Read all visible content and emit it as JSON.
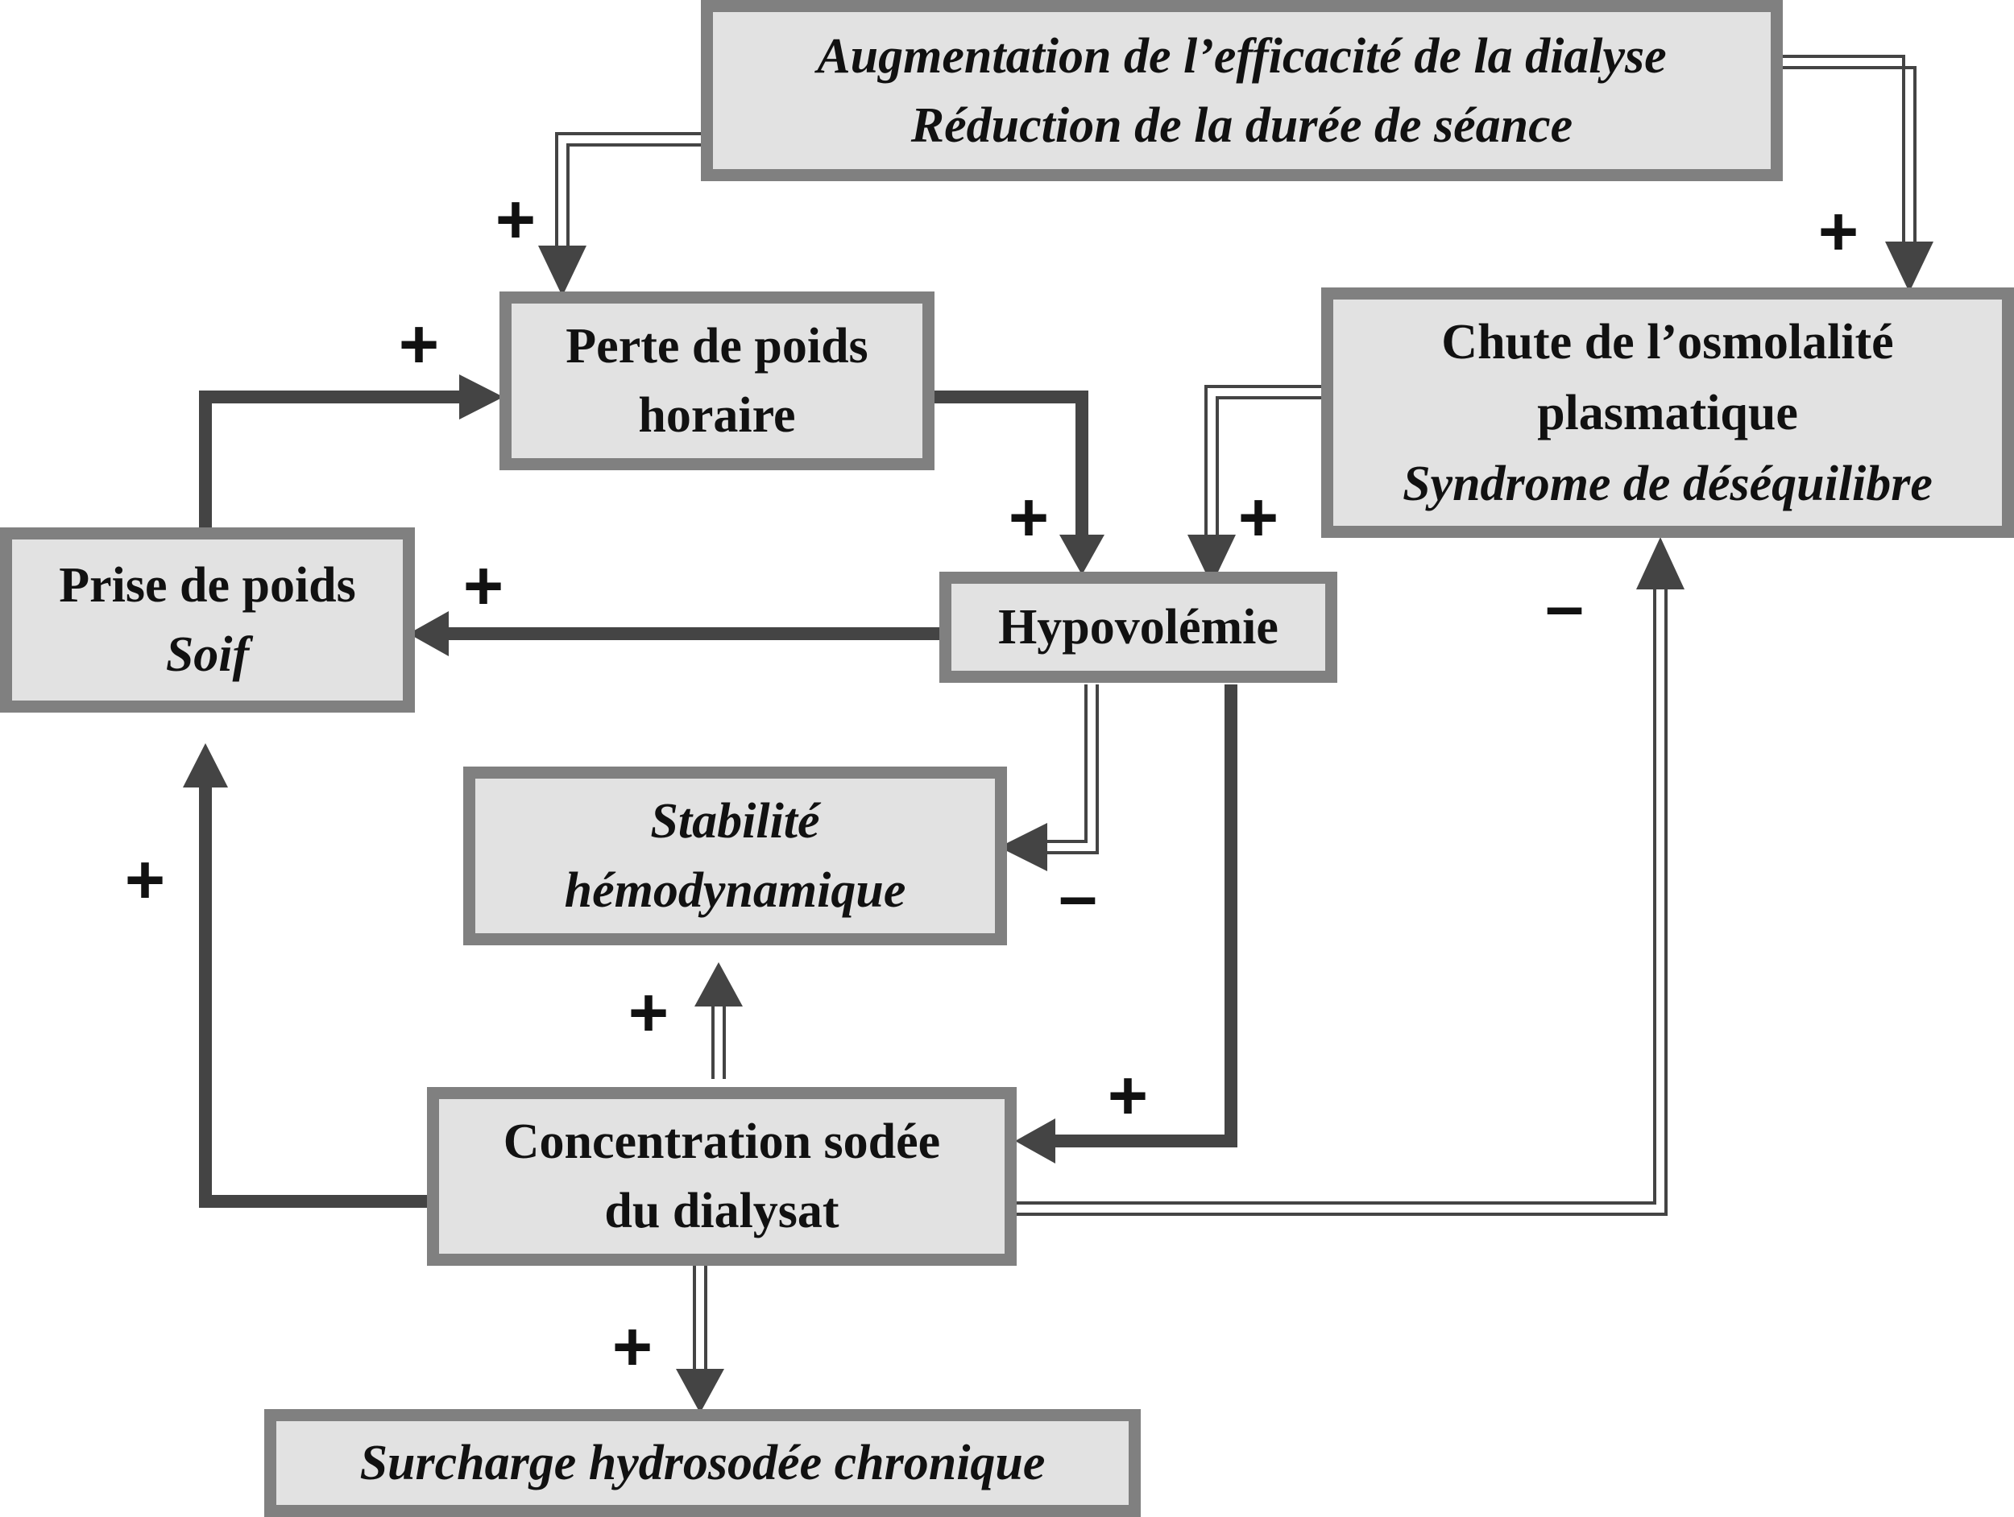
{
  "colors": {
    "box_fill": "#e2e2e2",
    "box_border": "#808080",
    "arrow": "#444444",
    "text": "#111111"
  },
  "nodes": {
    "dialysis": {
      "line1": "Augmentation de l’efficacité de la dialyse",
      "line2": "Réduction de la durée de séance"
    },
    "weight_loss": {
      "line1": "Perte de poids",
      "line2": "horaire"
    },
    "osmolality": {
      "line1": "Chute de l’osmolalité",
      "line2": "plasmatique",
      "line3": "Syndrome de déséquilibre"
    },
    "weight_gain": {
      "line1": "Prise de poids",
      "line2": "Soif"
    },
    "hypovolemia": {
      "line1": "Hypovolémie"
    },
    "stability": {
      "line1": "Stabilité",
      "line2": "hémodynamique"
    },
    "sodium": {
      "line1": "Concentration sodée",
      "line2": "du dialysat"
    },
    "overload": {
      "line1": "Surcharge hydrosodée chronique"
    }
  },
  "signs": {
    "dialysis_to_weight_loss": "+",
    "dialysis_to_osmolality": "+",
    "weight_gain_to_weight_loss": "+",
    "weight_loss_to_hypovolemia": "+",
    "osmolality_to_hypovolemia": "+",
    "hypovolemia_to_weight_gain": "+",
    "sodium_to_osmolality": "–",
    "hypovolemia_to_stability": "–",
    "sodium_to_weight_gain": "+",
    "sodium_to_stability": "+",
    "hypovolemia_to_sodium": "+",
    "sodium_to_overload": "+"
  }
}
